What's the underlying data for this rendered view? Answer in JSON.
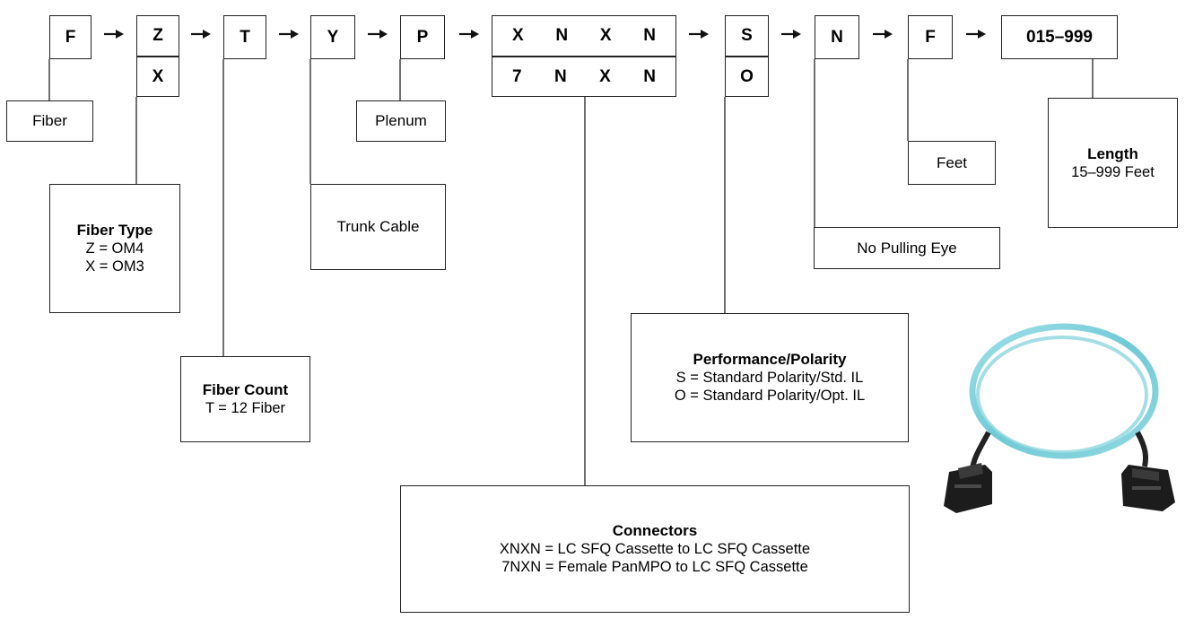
{
  "codes": {
    "c1": "F",
    "c2_top": "Z",
    "c2_bottom": "X",
    "c3": "T",
    "c4": "Y",
    "c5": "P",
    "c6_row1": [
      "X",
      "N",
      "X",
      "N"
    ],
    "c6_row2": [
      "7",
      "N",
      "X",
      "N"
    ],
    "c7_top": "S",
    "c7_bottom": "O",
    "c8": "N",
    "c9": "F",
    "c10": "015–999"
  },
  "labels": {
    "fiber": "Fiber",
    "plenum": "Plenum",
    "trunk_cable": "Trunk Cable",
    "feet": "Feet",
    "no_pulling_eye": "No Pulling Eye"
  },
  "descriptions": {
    "fiber_type": {
      "title": "Fiber Type",
      "lines": [
        "Z = OM4",
        "X = OM3"
      ]
    },
    "fiber_count": {
      "title": "Fiber Count",
      "lines": [
        "T = 12 Fiber"
      ]
    },
    "length": {
      "title": "Length",
      "lines": [
        "15–999 Feet"
      ]
    },
    "performance": {
      "title": "Performance/Polarity",
      "lines": [
        "S = Standard Polarity/Std. IL",
        "O = Standard Polarity/Opt. IL"
      ]
    },
    "connectors": {
      "title": "Connectors",
      "lines": [
        "XNXN = LC SFQ Cassette to LC SFQ Cassette",
        "7NXN = Female PanMPO to LC SFQ Cassette"
      ]
    }
  },
  "colors": {
    "cable": "#7fd3dd",
    "connector": "#1c1c1c"
  }
}
